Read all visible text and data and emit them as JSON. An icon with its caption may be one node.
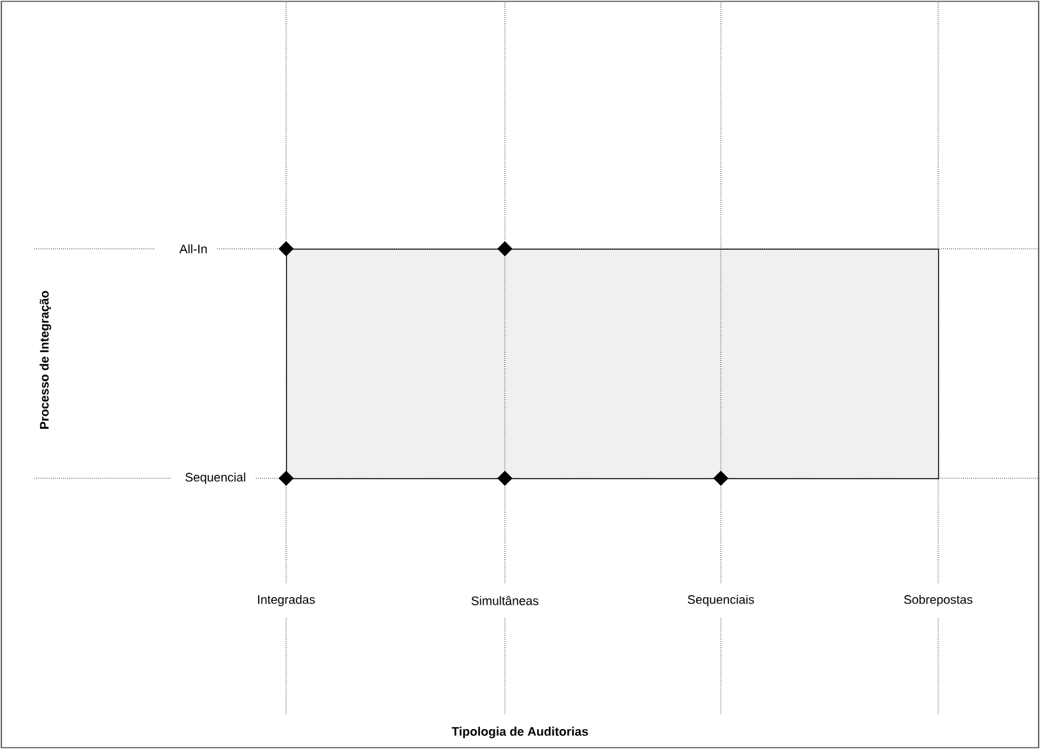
{
  "diagram": {
    "nodes": [
      {
        "text": [],
        "shape": "box"
      }
    ],
    "labels": [
      "All-In",
      "Sequencial",
      "Integradas",
      "Simultâneas",
      "Sequenciais",
      "Sobrepostas",
      "Processo de Integração",
      "Tipologia de Auditorias"
    ]
  }
}
